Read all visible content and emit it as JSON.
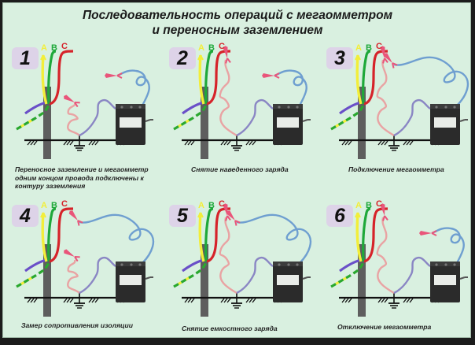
{
  "title": {
    "line1": "Последовательность операций с мегаомметром",
    "line2": "и переносным заземлением"
  },
  "phase_labels": {
    "a": "A",
    "b": "B",
    "c": "C"
  },
  "colors": {
    "background": "#d9f0e0",
    "border": "#1c1c1c",
    "phase_a": "#f2ee3a",
    "phase_b": "#1fa83a",
    "phase_c": "#d6232a",
    "portable_ground_wire": "#e9a3a3",
    "megger_lead_ground": "#8a86c4",
    "megger_lead_line": "#6f9fd0",
    "clamp": "#e9557a",
    "pole": "#5a5a5a",
    "megger_body": "#2a2a2a",
    "badge": "#ddd3e8"
  },
  "steps": [
    {
      "number": "1",
      "caption": "Переносное заземление и мегаомметр одним концом провода подключены к контуру заземления"
    },
    {
      "number": "2",
      "caption": "Снятие наведенного заряда"
    },
    {
      "number": "3",
      "caption": "Подключение мегаомметра"
    },
    {
      "number": "4",
      "caption": "Замер сопротивления изоляции"
    },
    {
      "number": "5",
      "caption": "Снятие емкостного заряда"
    },
    {
      "number": "6",
      "caption": "Отключение мегаомметра"
    }
  ]
}
